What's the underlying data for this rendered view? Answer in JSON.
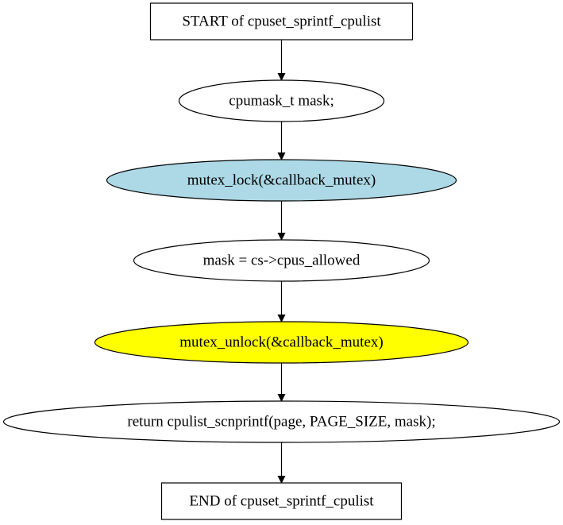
{
  "diagram": {
    "nodes": [
      {
        "id": "start",
        "shape": "box",
        "label": "START of cpuset_sprintf_cpulist",
        "fill": "#ffffff"
      },
      {
        "id": "decl",
        "shape": "ellipse",
        "label": "cpumask_t mask;",
        "fill": "#ffffff"
      },
      {
        "id": "lock",
        "shape": "ellipse",
        "label": "mutex_lock(&callback_mutex)",
        "fill": "#add8e6"
      },
      {
        "id": "assign",
        "shape": "ellipse",
        "label": "mask = cs->cpus_allowed",
        "fill": "#ffffff"
      },
      {
        "id": "unlock",
        "shape": "ellipse",
        "label": "mutex_unlock(&callback_mutex)",
        "fill": "#ffff00"
      },
      {
        "id": "ret",
        "shape": "ellipse",
        "label": "return cpulist_scnprintf(page, PAGE_SIZE, mask);",
        "fill": "#ffffff"
      },
      {
        "id": "end",
        "shape": "box",
        "label": "END of cpuset_sprintf_cpulist",
        "fill": "#ffffff"
      }
    ],
    "edges": [
      {
        "from": "start",
        "to": "decl"
      },
      {
        "from": "decl",
        "to": "lock"
      },
      {
        "from": "lock",
        "to": "assign"
      },
      {
        "from": "assign",
        "to": "unlock"
      },
      {
        "from": "unlock",
        "to": "ret"
      },
      {
        "from": "ret",
        "to": "end"
      }
    ],
    "stroke_color": "#000000"
  }
}
